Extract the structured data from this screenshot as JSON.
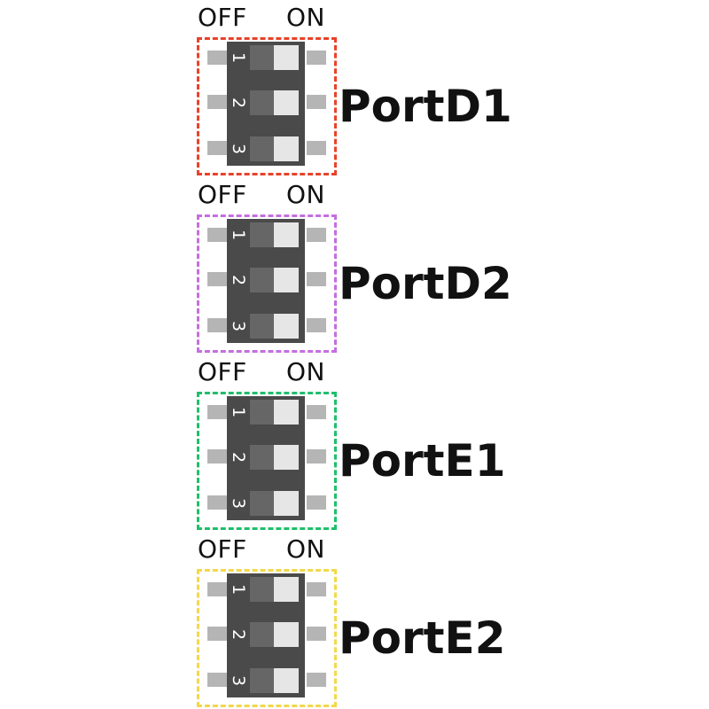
{
  "groups": [
    {
      "label": "PortD1",
      "off_label": "OFF",
      "on_label": "ON",
      "color": "#e8422a",
      "switches": [
        {
          "number": "1",
          "state": "ON"
        },
        {
          "number": "2",
          "state": "ON"
        },
        {
          "number": "3",
          "state": "ON"
        }
      ]
    },
    {
      "label": "PortD2",
      "off_label": "OFF",
      "on_label": "ON",
      "color": "#c56ee0",
      "switches": [
        {
          "number": "1",
          "state": "ON"
        },
        {
          "number": "2",
          "state": "ON"
        },
        {
          "number": "3",
          "state": "ON"
        }
      ]
    },
    {
      "label": "PortE1",
      "off_label": "OFF",
      "on_label": "ON",
      "color": "#1fbf6b",
      "switches": [
        {
          "number": "1",
          "state": "ON"
        },
        {
          "number": "2",
          "state": "ON"
        },
        {
          "number": "3",
          "state": "ON"
        }
      ]
    },
    {
      "label": "PortE2",
      "off_label": "OFF",
      "on_label": "ON",
      "color": "#f3d84a",
      "switches": [
        {
          "number": "1",
          "state": "ON"
        },
        {
          "number": "2",
          "state": "ON"
        },
        {
          "number": "3",
          "state": "ON"
        }
      ]
    }
  ]
}
